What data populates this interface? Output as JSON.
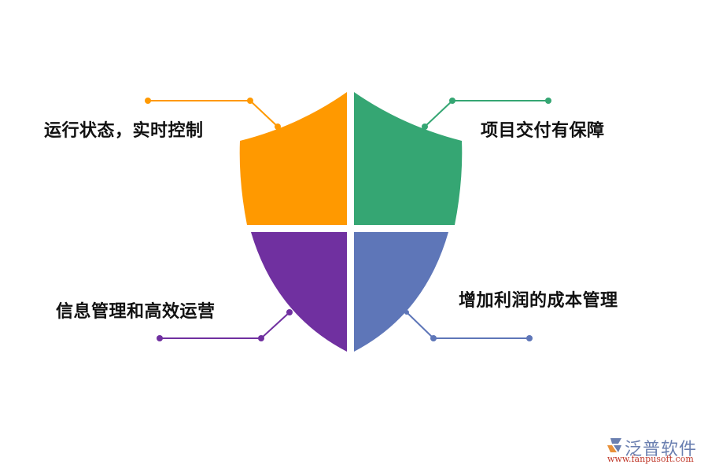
{
  "diagram": {
    "type": "shield-quadrant",
    "quadrants": [
      {
        "position": "top-left",
        "label": "运行状态，实时控制",
        "color": "#FF9900"
      },
      {
        "position": "top-right",
        "label": "项目交付有保障",
        "color": "#35A673"
      },
      {
        "position": "bottom-left",
        "label": "信息管理和高效运营",
        "color": "#7030A0"
      },
      {
        "position": "bottom-right",
        "label": "增加利润的成本管理",
        "color": "#5E76B8"
      }
    ]
  },
  "logo": {
    "name": "泛普软件",
    "url": "www.fanpusoft.com"
  }
}
